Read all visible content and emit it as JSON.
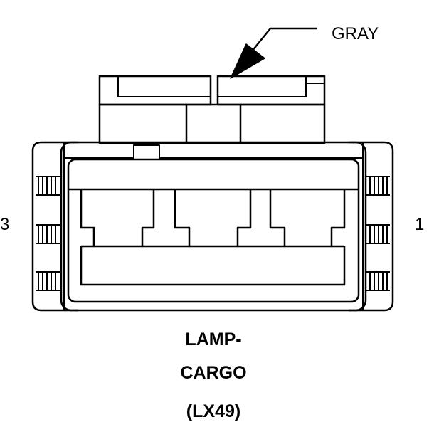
{
  "callout": {
    "label": "GRAY"
  },
  "pins": {
    "left": "3",
    "right": "1"
  },
  "caption": {
    "line1": "LAMP-",
    "line2": "CARGO",
    "line3": "(LX49)"
  },
  "colors": {
    "stroke": "#000000",
    "background": "#ffffff"
  }
}
